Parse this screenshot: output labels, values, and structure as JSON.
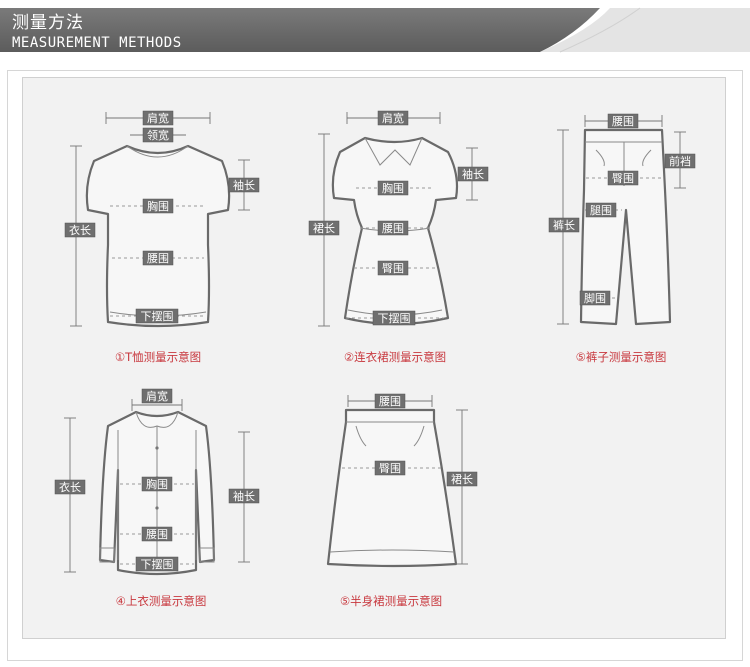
{
  "header": {
    "title": "测量方法",
    "subtitle": "MEASUREMENT METHODS"
  },
  "colors": {
    "header_bg": "#707070",
    "caption": "#c8383e",
    "label_bg": "#6f6f6f",
    "panel_bg": "#f2f2f2"
  },
  "diagrams": {
    "tshirt": {
      "caption": "①T恤测量示意图",
      "labels": {
        "shoulder": "肩宽",
        "neck": "领宽",
        "sleeve": "袖长",
        "length": "衣长",
        "chest": "胸围",
        "waist": "腰围",
        "hem": "下摆围"
      }
    },
    "dress": {
      "caption": "②连衣裙测量示意图",
      "labels": {
        "shoulder": "肩宽",
        "sleeve": "袖长",
        "length": "裙长",
        "chest": "胸围",
        "waist": "腰围",
        "hip": "臀围",
        "hem": "下摆围"
      }
    },
    "pants": {
      "caption": "⑤裤子测量示意图",
      "labels": {
        "waist": "腰围",
        "rise": "前裆",
        "hip": "臀围",
        "thigh": "腿围",
        "length": "裤长",
        "ankle": "脚围"
      }
    },
    "jacket": {
      "caption": "④上衣测量示意图",
      "labels": {
        "shoulder": "肩宽",
        "length": "衣长",
        "chest": "胸围",
        "sleeve": "袖长",
        "waist": "腰围",
        "hem": "下摆围"
      }
    },
    "skirt": {
      "caption": "⑤半身裙测量示意图",
      "labels": {
        "waist": "腰围",
        "hip": "臀围",
        "length": "裙长"
      }
    }
  }
}
